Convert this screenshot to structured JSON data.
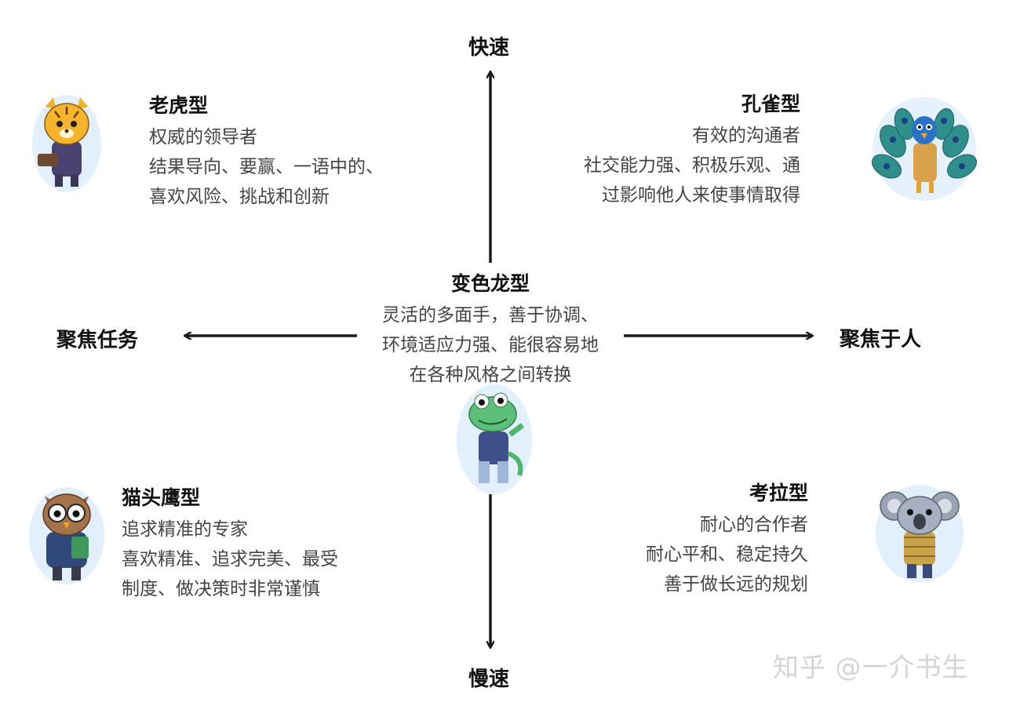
{
  "axes": {
    "top": "快速",
    "bottom": "慢速",
    "left": "聚焦任务",
    "right": "聚焦于人"
  },
  "types": {
    "tiger": {
      "title": "老虎型",
      "lines": [
        "权威的领导者",
        "结果导向、要赢、一语中的、",
        "喜欢风险、挑战和创新"
      ]
    },
    "peacock": {
      "title": "孔雀型",
      "lines": [
        "有效的沟通者",
        "社交能力强、积极乐观、通",
        "过影响他人来使事情取得"
      ]
    },
    "chameleon": {
      "title": "变色龙型",
      "lines": [
        "灵活的多面手，善于协调、",
        "环境适应力强、能很容易地",
        "在各种风格之间转换"
      ]
    },
    "owl": {
      "title": "猫头鹰型",
      "lines": [
        "追求精准的专家",
        "喜欢精准、追求完美、最受",
        "制度、做决策时非常谨慎"
      ]
    },
    "koala": {
      "title": "考拉型",
      "lines": [
        "耐心的合作者",
        "耐心平和、稳定持久",
        "善于做长远的规划"
      ]
    }
  },
  "watermark": "知乎 @一介书生",
  "colors": {
    "axis": "#1a1a1a",
    "mascot_glow": "#8fc6f5"
  },
  "icons": [
    "tiger-mascot-icon",
    "peacock-mascot-icon",
    "chameleon-mascot-icon",
    "owl-mascot-icon",
    "koala-mascot-icon"
  ]
}
